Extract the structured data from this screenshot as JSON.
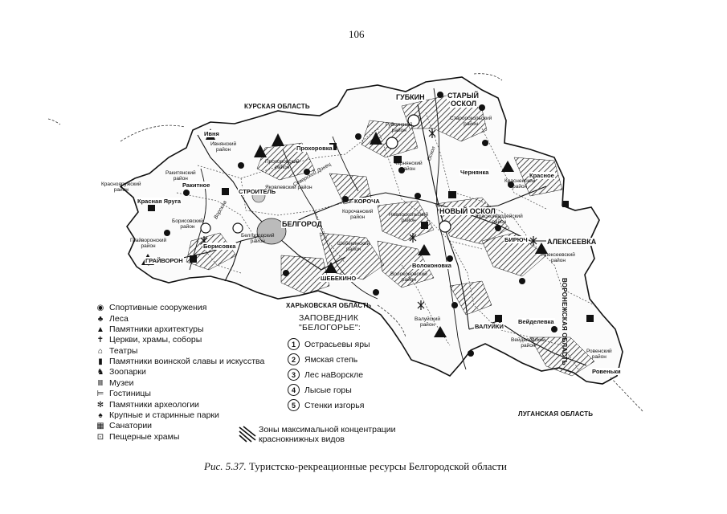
{
  "page_number": "106",
  "caption": {
    "fig_label": "Рис. 5.37.",
    "text": "Туристско-рекреационные ресурсы Белгородской области"
  },
  "neighbor_regions": {
    "kursk": "КУРСКАЯ ОБЛАСТЬ",
    "kharkov": "ХАРЬКОВСКАЯ ОБЛАСТЬ",
    "voronezh": "ВОРОНЕЖСКАЯ ОБЛАСТЬ",
    "lugansk": "ЛУГАНСКАЯ ОБЛАСТЬ"
  },
  "towns": {
    "gubkin": "ГУБКИН",
    "stary_oskol_1": "СТАРЫЙ",
    "stary_oskol_2": "ОСКОЛ",
    "belgorod": "БЕЛГОРОД",
    "stroitel": "СТРОИТЕЛЬ",
    "novy_oskol": "НОВЫЙ ОСКОЛ",
    "korocha": "КОРОЧА",
    "shebekino": "ШЕБЕКИНО",
    "alekseevka": "АЛЕКСЕЕВКА",
    "valuyki": "ВАЛУЙКИ",
    "biryuch": "БИРЮЧ",
    "graivoron": "ГРАЙВОРОН",
    "ivnya": "Ивня",
    "prokhorovka": "Прохоровка",
    "rakitnoe": "Ракитное",
    "krasnaya_yaruga": "Красная Яруга",
    "borisovka": "Борисовка",
    "chernyanka": "Чернянка",
    "krasnoe": "Красное",
    "veydelevka": "Вейделевка",
    "rovenki": "Ровеньки",
    "volokonovka": "Волоконовка"
  },
  "districts": {
    "gubkinsky": "Губкинский\nрайон",
    "starooskolsky": "Старооскольский\nрайон",
    "ivnyansky": "Ивнянский\nрайон",
    "prokhorovsky": "Прохоровский\nрайон",
    "rakityansky": "Ракитянский\nрайон",
    "krasnoyaruzhsky": "Краснояружский\nрайон",
    "yakovlevsky": "Яковлевский район",
    "borisovsky": "Борисовский\nрайон",
    "graivoronsky": "Грайворонский\nрайон",
    "belgorodsky": "Белгородский\nрайон",
    "korochansky": "Корочанский\nрайон",
    "shebekinsky": "Шебекинский\nрайон",
    "chernyansky": "Чернянский\nрайон",
    "novooskolsky": "Новооскольский\nрайон",
    "krasnensky": "Красненский\nрайон",
    "krasnogvardeysky": "Красногвардейский\nрайон",
    "alekseevsky": "Алексеевский\nрайон",
    "volokonovsky": "Волоконовский\nрайон",
    "valuysky": "Валуйский\nрайон",
    "veydelevsky": "Вейделевский\nрайон",
    "rovensky": "Ровенский\nрайон"
  },
  "rivers": {
    "oskol": "Оскол",
    "seversky_donets": "Северский Донец",
    "vorskla": "Ворскла"
  },
  "legend": {
    "items": [
      {
        "icon": "stadium-icon",
        "glyph": "◉",
        "label": "Спортивные сооружения"
      },
      {
        "icon": "tree-icon",
        "glyph": "♣",
        "label": "Леса"
      },
      {
        "icon": "architecture-icon",
        "glyph": "▲",
        "label": "Памятники архитектуры"
      },
      {
        "icon": "church-icon",
        "glyph": "✝",
        "label": "Церкви, храмы, соборы"
      },
      {
        "icon": "theatre-icon",
        "glyph": "⌂",
        "label": "Театры"
      },
      {
        "icon": "monument-icon",
        "glyph": "▮",
        "label": "Памятники воинской славы и искусства"
      },
      {
        "icon": "zoo-icon",
        "glyph": "♞",
        "label": "Зоопарки"
      },
      {
        "icon": "museum-icon",
        "glyph": "Ⅲ",
        "label": "Музеи"
      },
      {
        "icon": "hotel-icon",
        "glyph": "⊨",
        "label": "Гостиницы"
      },
      {
        "icon": "archaeology-icon",
        "glyph": "✻",
        "label": "Памятники археологии"
      },
      {
        "icon": "park-icon",
        "glyph": "♠",
        "label": "Крупные и старинные парки"
      },
      {
        "icon": "sanatorium-icon",
        "glyph": "▦",
        "label": "Санатории"
      },
      {
        "icon": "cave-temple-icon",
        "glyph": "⊡",
        "label": "Пещерные храмы"
      }
    ]
  },
  "reserve": {
    "title_line1": "ЗАПОВЕДНИК",
    "title_line2": "\"БЕЛОГОРЬЕ\":",
    "items": [
      {
        "num": "1",
        "label": "Острасьевы яры"
      },
      {
        "num": "2",
        "label": "Ямская степь"
      },
      {
        "num": "3",
        "label": "Лес наВорскле"
      },
      {
        "num": "4",
        "label": "Лысые горы"
      },
      {
        "num": "5",
        "label": "Стенки изгорья"
      }
    ]
  },
  "zones": {
    "line1": "Зоны максимальной концентрации",
    "line2": "краснокнижных видов"
  }
}
